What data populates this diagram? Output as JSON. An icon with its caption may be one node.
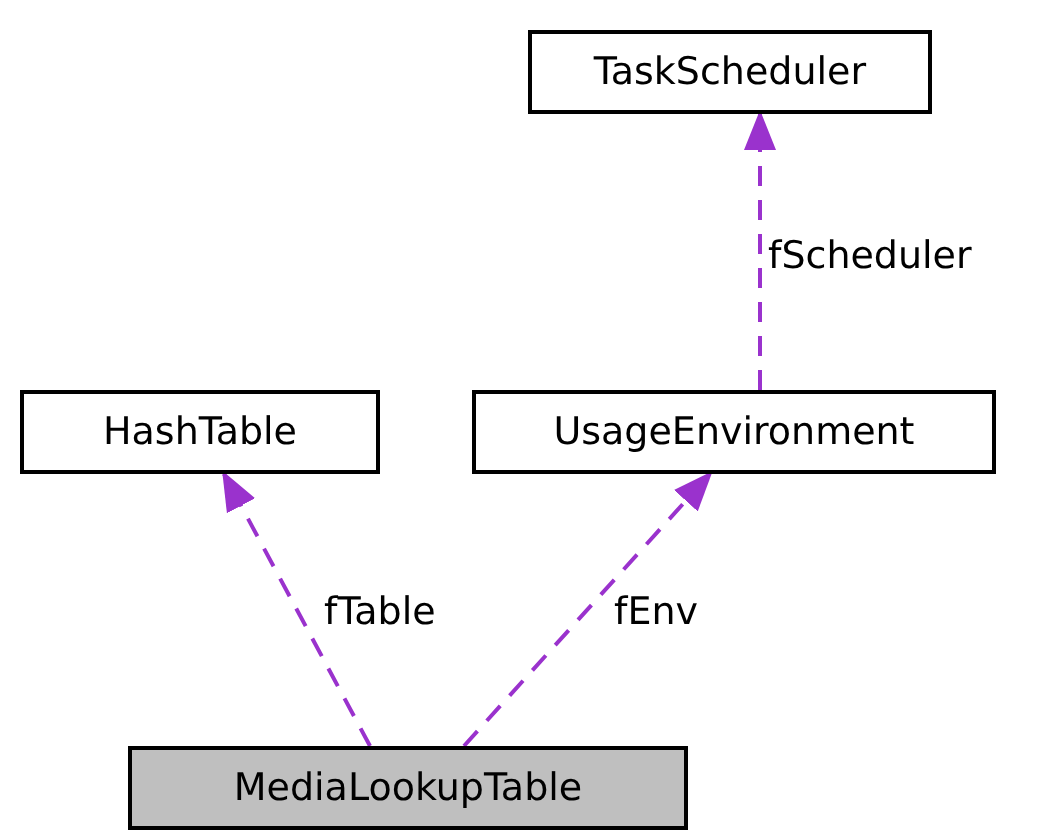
{
  "diagram": {
    "nodes": [
      {
        "text": [
          "TaskScheduler"
        ]
      },
      {
        "text": [
          "HashTable"
        ]
      },
      {
        "text": [
          "UsageEnvironment"
        ]
      },
      {
        "text": [
          "MediaLookupTable"
        ]
      }
    ],
    "edges": [
      {
        "from": 2,
        "to": 0,
        "arrow": "to",
        "label": "fScheduler",
        "style": "dashed",
        "color": "#9a32cd"
      },
      {
        "from": 3,
        "to": 1,
        "arrow": "to",
        "label": "fTable",
        "style": "dashed",
        "color": "#9a32cd"
      },
      {
        "from": 3,
        "to": 2,
        "arrow": "to",
        "label": "fEnv",
        "style": "dashed",
        "color": "#9a32cd"
      }
    ]
  }
}
